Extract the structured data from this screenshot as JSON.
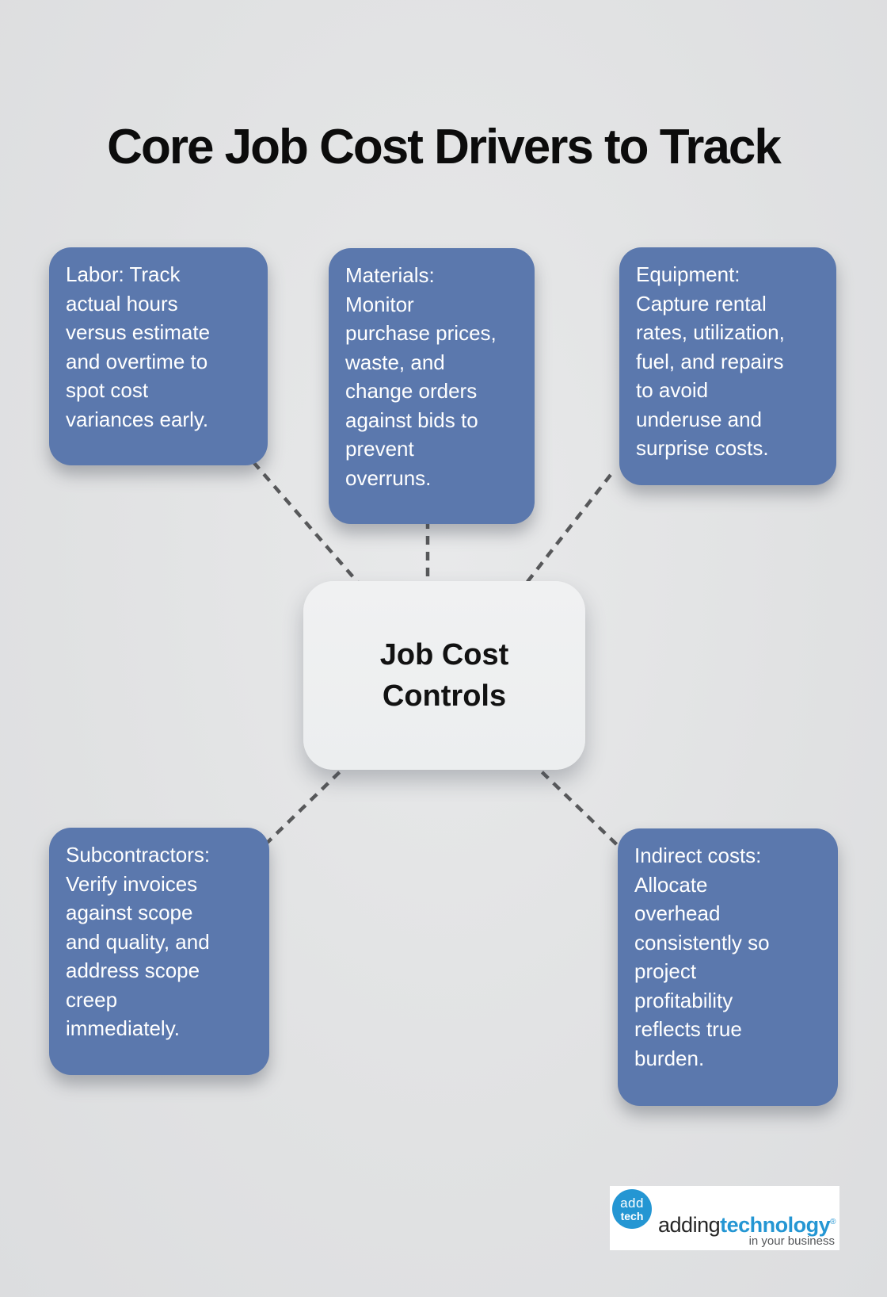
{
  "title": "Core Job Cost Drivers to Track",
  "center_node": {
    "label": "Job Cost\nControls"
  },
  "nodes": [
    {
      "id": "labor",
      "text": "Labor: Track\nactual hours\nversus estimate\nand overtime to\nspot cost\nvariances early."
    },
    {
      "id": "materials",
      "text": "Materials:\nMonitor\npurchase prices,\nwaste, and\nchange orders\nagainst bids to\nprevent\noverruns."
    },
    {
      "id": "equipment",
      "text": "Equipment:\nCapture rental\nrates, utilization,\nfuel, and repairs\nto avoid\nunderuse and\nsurprise costs."
    },
    {
      "id": "subcontractors",
      "text": "Subcontractors:\nVerify invoices\nagainst scope\nand quality, and\naddress scope\ncreep\nimmediately."
    },
    {
      "id": "indirect_costs",
      "text": "Indirect costs:\nAllocate\noverhead\nconsistently so\nproject\nprofitability\nreflects true\nburden."
    }
  ],
  "logo": {
    "circle_top": "add",
    "circle_bottom": "tech",
    "brand_prefix": "adding",
    "brand_suffix": "technology",
    "registered": "®",
    "tagline": "in your business"
  },
  "colors": {
    "background": "#e2e3e4",
    "title": "#0c0c0c",
    "node_bg": "#5b78ad",
    "node_text": "#ffffff",
    "center_bg": "#eff0f1",
    "center_text": "#121212",
    "connector": "#57585a",
    "logo_bg": "#ffffff",
    "logo_blue": "#2496d3",
    "logo_dark": "#262626",
    "logo_gray": "#55575a"
  }
}
